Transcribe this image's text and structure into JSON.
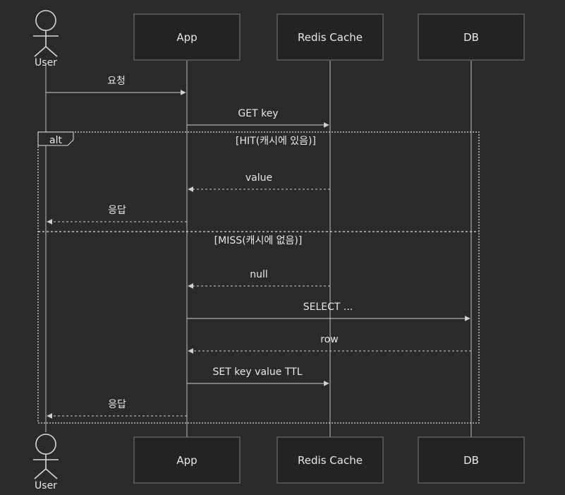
{
  "participants": [
    {
      "id": "user",
      "label": "User",
      "kind": "actor"
    },
    {
      "id": "app",
      "label": "App",
      "kind": "box"
    },
    {
      "id": "redis",
      "label": "Redis Cache",
      "kind": "box"
    },
    {
      "id": "db",
      "label": "DB",
      "kind": "box"
    }
  ],
  "messages": [
    {
      "from": "user",
      "to": "app",
      "label": "요청",
      "style": "solid"
    },
    {
      "from": "app",
      "to": "redis",
      "label": "GET key",
      "style": "solid"
    },
    {
      "from": "redis",
      "to": "app",
      "label": "value",
      "style": "dashed"
    },
    {
      "from": "app",
      "to": "user",
      "label": "응답",
      "style": "dashed"
    },
    {
      "from": "redis",
      "to": "app",
      "label": "null",
      "style": "dashed"
    },
    {
      "from": "app",
      "to": "db",
      "label": "SELECT ...",
      "style": "solid"
    },
    {
      "from": "db",
      "to": "app",
      "label": "row",
      "style": "dashed"
    },
    {
      "from": "app",
      "to": "redis",
      "label": "SET key value TTL",
      "style": "solid"
    },
    {
      "from": "app",
      "to": "user",
      "label": "응답",
      "style": "dashed"
    }
  ],
  "alt": {
    "keyword": "alt",
    "conditions": [
      "[HIT(캐시에 있음)]",
      "[MISS(캐시에 없음)]"
    ]
  },
  "colors": {
    "background": "#2a2a2a",
    "box_fill": "#232323",
    "box_stroke": "#7a7a7a",
    "line": "#d0d0d0",
    "text": "#e8e8e8"
  }
}
